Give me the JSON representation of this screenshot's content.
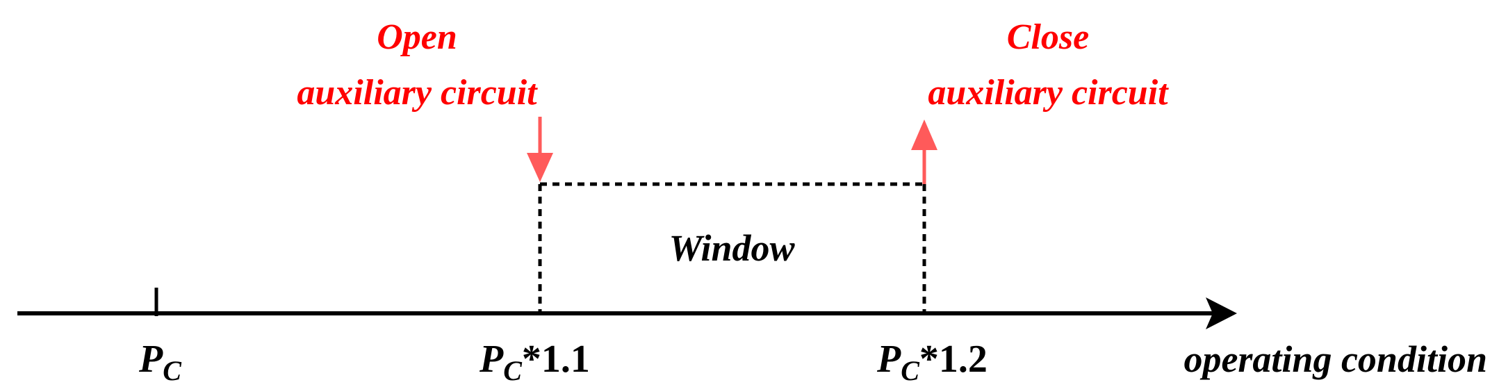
{
  "colors": {
    "axis": "#000000",
    "annotation_text": "#ff0000",
    "annotation_arrow": "#ff5a5a",
    "window_border": "#000000"
  },
  "labels": {
    "open_line1": "Open",
    "open_line2": "auxiliary circuit",
    "close_line1": "Close",
    "close_line2": "auxiliary circuit",
    "window": "Window",
    "axis_title": "operating condition",
    "tick_pc_base": "P",
    "tick_pc_sub": "C",
    "tick_11_base": "P",
    "tick_11_sub": "C",
    "tick_11_suffix": "*1.1",
    "tick_12_base": "P",
    "tick_12_sub": "C",
    "tick_12_suffix": "*1.2"
  }
}
